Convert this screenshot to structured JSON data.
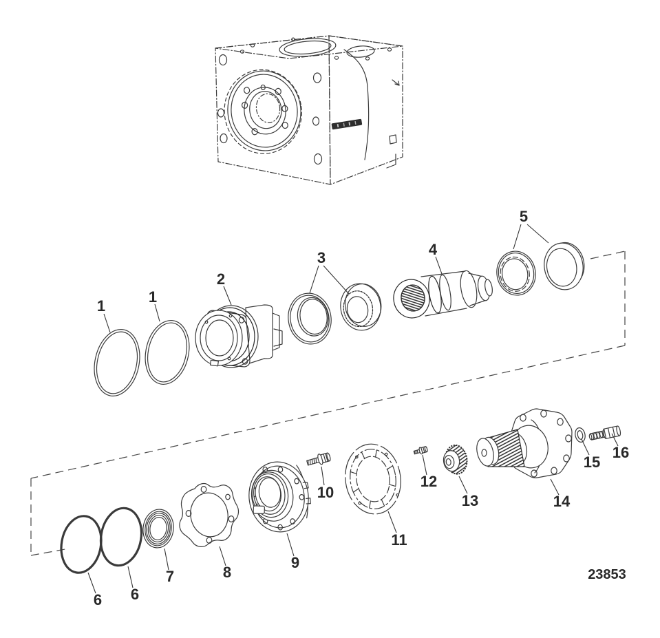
{
  "diagram": {
    "drawing_number": "23853",
    "callouts": [
      "1",
      "1",
      "2",
      "3",
      "4",
      "5",
      "6",
      "6",
      "7",
      "8",
      "9",
      "10",
      "11",
      "12",
      "13",
      "14",
      "15",
      "16"
    ]
  }
}
